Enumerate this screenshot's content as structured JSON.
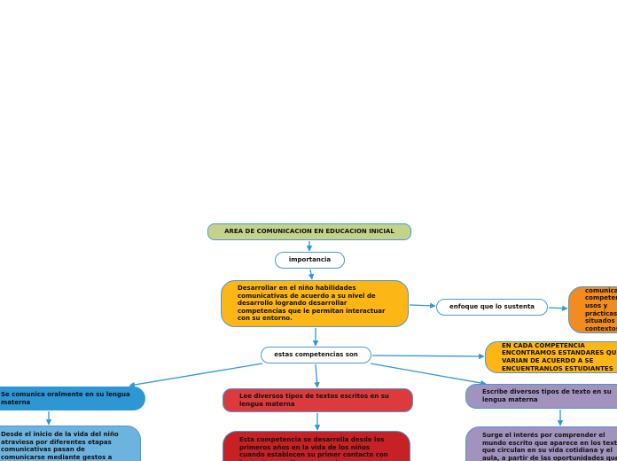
{
  "nodes": {
    "title": "AREA DE COMUNICACION EN EDUCACION INICIAL",
    "importancia": "importancia",
    "description": "Desarrollar en el niño habilidades comunicativas de acuerdo a su nivel de desarrollo logrando desarrollar competencias que le permitan interactuar con su entorno.",
    "enfoque": "enfoque que lo sustenta",
    "enfoque_detail": "El enfoque comunicativo, competencias, usos y prácticas situados en contextos distintos.",
    "competencias": "estas competencias son",
    "estandares": "EN CADA COMPETENCIA ENCONTRAMOS ESTANDARES QUE VARIAN DE ACUERDO A SE ENCUENTRANLOS ESTUDIANTES",
    "oral": "Se comunica oralmente en su lengua materna",
    "oral_detail": "Desde el inicio de la vida del niño atraviesa por diferentes etapas comunicativas pasan de comunicarse mediante gestos a comunicarse con palabras es en la etapa",
    "lee": "Lee diversos tipos de textos escritos en su lengua materna",
    "lee_detail": "Esta competencia se desarrolla desde los primeros años en la vida de los niños cuando establecen su primer contacto con los textos escritos en su entorno",
    "escribe": "Escribe diversos tipos de texto en su lengua materna",
    "escribe_detail": "Surge el interés por comprender el mundo escrito que aparece en los textos que circulan en su vida cotidiana y el aula, a partir de las oportunidades que tengan"
  },
  "colors": {
    "connector": "#2d96d5",
    "title_fill": "#c4d38c",
    "orange": "#fcb615",
    "dark_orange": "#f28c1e",
    "blue": "#2d96d5",
    "light_blue": "#6db3e0",
    "red": "#dd3a3d",
    "dark_red": "#c72025",
    "purple": "#a193be"
  }
}
